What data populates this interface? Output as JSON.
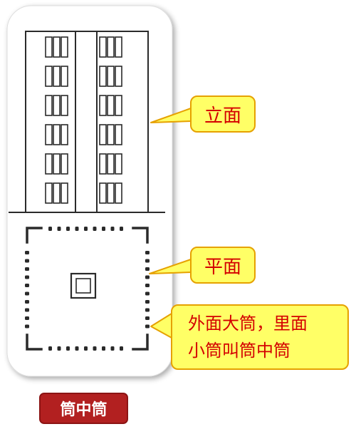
{
  "labels": {
    "elevation": "立面",
    "plan": "平面",
    "description_line1": "外面大筒，里面",
    "description_line2": "小筒叫筒中筒",
    "title": "筒中筒"
  },
  "colors": {
    "callout_fill": "#ffff66",
    "callout_border": "#e6a100",
    "callout_text": "#d40000",
    "title_fill": "#b22020",
    "title_text": "#ffffff",
    "card_fill": "#ffffff",
    "line": "#2a2a2a"
  },
  "building": {
    "floors": 6,
    "windows_per_side": 3
  }
}
